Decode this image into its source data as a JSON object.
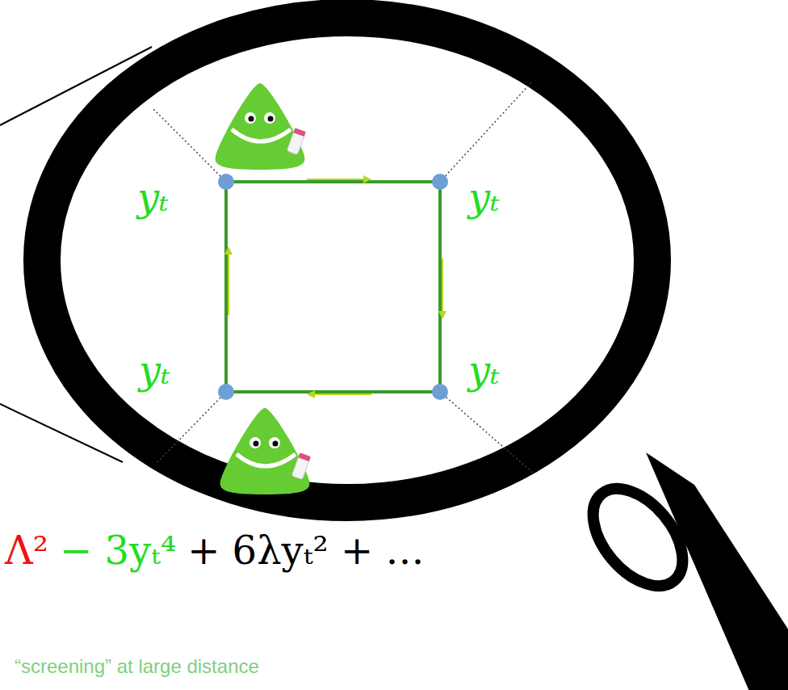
{
  "diagram": {
    "labels": [
      "yₜ",
      "yₜ",
      "yₜ",
      "yₜ",
      "Λ²",
      "− 3yₜ⁴",
      "+ 6λyₜ² + …",
      "“screening” at large distance"
    ]
  }
}
